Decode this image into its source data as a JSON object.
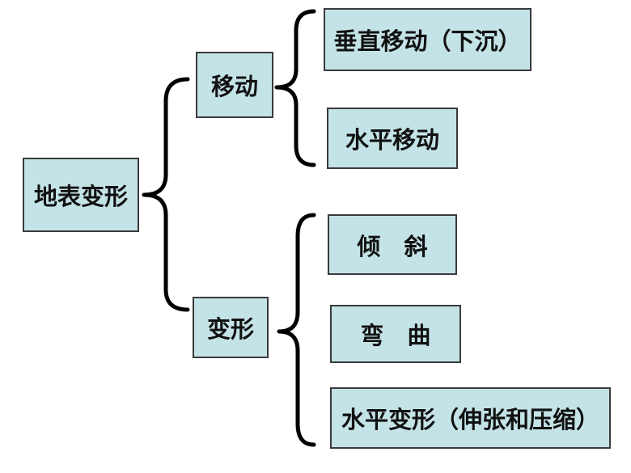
{
  "root": "地表变形",
  "branches": [
    {
      "label": "移动",
      "children": [
        "垂直移动（下沉）",
        "水平移动"
      ]
    },
    {
      "label": "变形",
      "children": [
        "倾　斜",
        "弯　曲",
        "水平变形（伸张和压缩）"
      ]
    }
  ],
  "colors": {
    "box_fill": "#c4e3e7",
    "border": "#3a3a3a",
    "brace": "#000000"
  }
}
